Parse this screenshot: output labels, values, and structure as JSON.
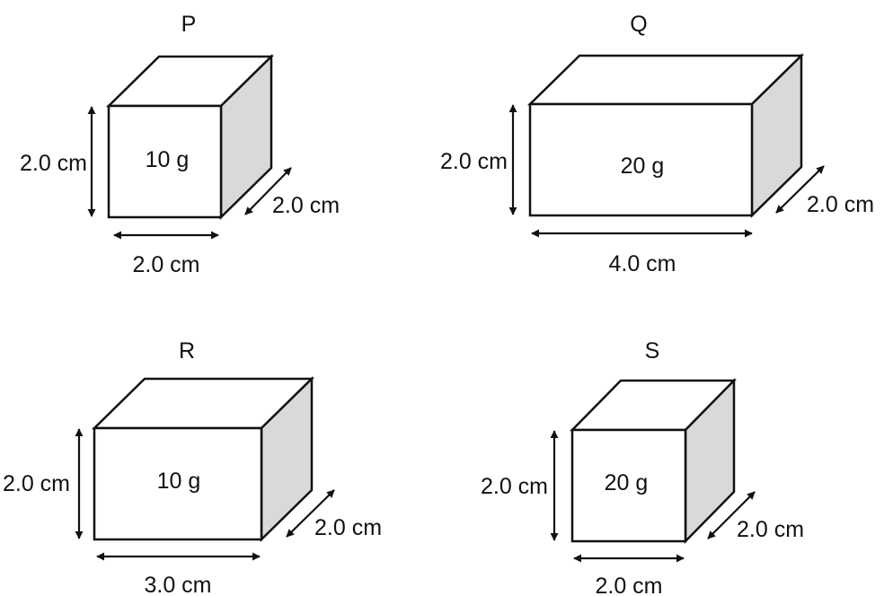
{
  "blocks": [
    {
      "id": "P",
      "label": "P",
      "mass": "10 g",
      "height": "2.0 cm",
      "width": "2.0 cm",
      "depth": "2.0 cm"
    },
    {
      "id": "Q",
      "label": "Q",
      "mass": "20 g",
      "height": "2.0 cm",
      "width": "4.0 cm",
      "depth": "2.0 cm"
    },
    {
      "id": "R",
      "label": "R",
      "mass": "10 g",
      "height": "2.0 cm",
      "width": "3.0 cm",
      "depth": "2.0 cm"
    },
    {
      "id": "S",
      "label": "S",
      "mass": "20 g",
      "height": "2.0 cm",
      "width": "2.0 cm",
      "depth": "2.0 cm"
    }
  ],
  "colors": {
    "outline": "#111111",
    "side_face": "#d9d9d9",
    "face": "#ffffff"
  }
}
